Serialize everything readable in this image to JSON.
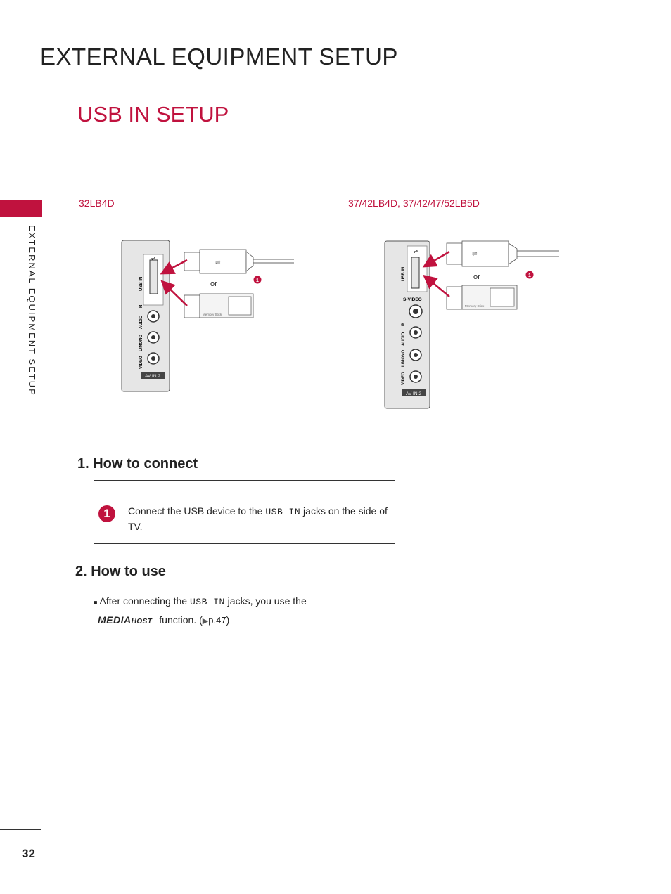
{
  "header": {
    "title": "EXTERNAL EQUIPMENT SETUP"
  },
  "section": {
    "title": "USB IN SETUP"
  },
  "sidebar": {
    "label": "EXTERNAL EQUIPMENT SETUP"
  },
  "figures": {
    "left": {
      "model": "32LB4D",
      "port_label": "USB IN",
      "audio_label": "AUDIO",
      "r_label": "R",
      "l_label": "L/MONO",
      "video_label": "VIDEO",
      "panel_badge": "AV IN 2",
      "or_label": "or",
      "callout": "1",
      "stick_text": "Memory Stick"
    },
    "right": {
      "model": "37/42LB4D, 37/42/47/52LB5D",
      "port_label": "USB IN",
      "svideo_label": "S-VIDEO",
      "audio_label": "AUDIO",
      "r_label": "R",
      "l_label": "L/MONO",
      "video_label": "VIDEO",
      "panel_badge": "AV IN 2",
      "or_label": "or",
      "callout": "1",
      "stick_text": "Memory Stick"
    }
  },
  "how_to_connect": {
    "heading": "1. How to connect",
    "step_number": "1",
    "text_before": "Connect the USB device to the ",
    "jack": "USB IN",
    "text_after": " jacks on the side of TV."
  },
  "how_to_use": {
    "heading": "2. How to use",
    "bullet": "■",
    "text_before": " After connecting the ",
    "jack": "USB IN",
    "text_after": " jacks, you use the",
    "feature_main": "MEDIA",
    "feature_sub": "HOST",
    "function_text": " function. (",
    "arrow": "▶",
    "page_ref": "p.47",
    "close": ")"
  },
  "footer": {
    "page_number": "32"
  },
  "colors": {
    "accent": "#c0123e",
    "text": "#222222",
    "panel": "#e6e6e6"
  }
}
